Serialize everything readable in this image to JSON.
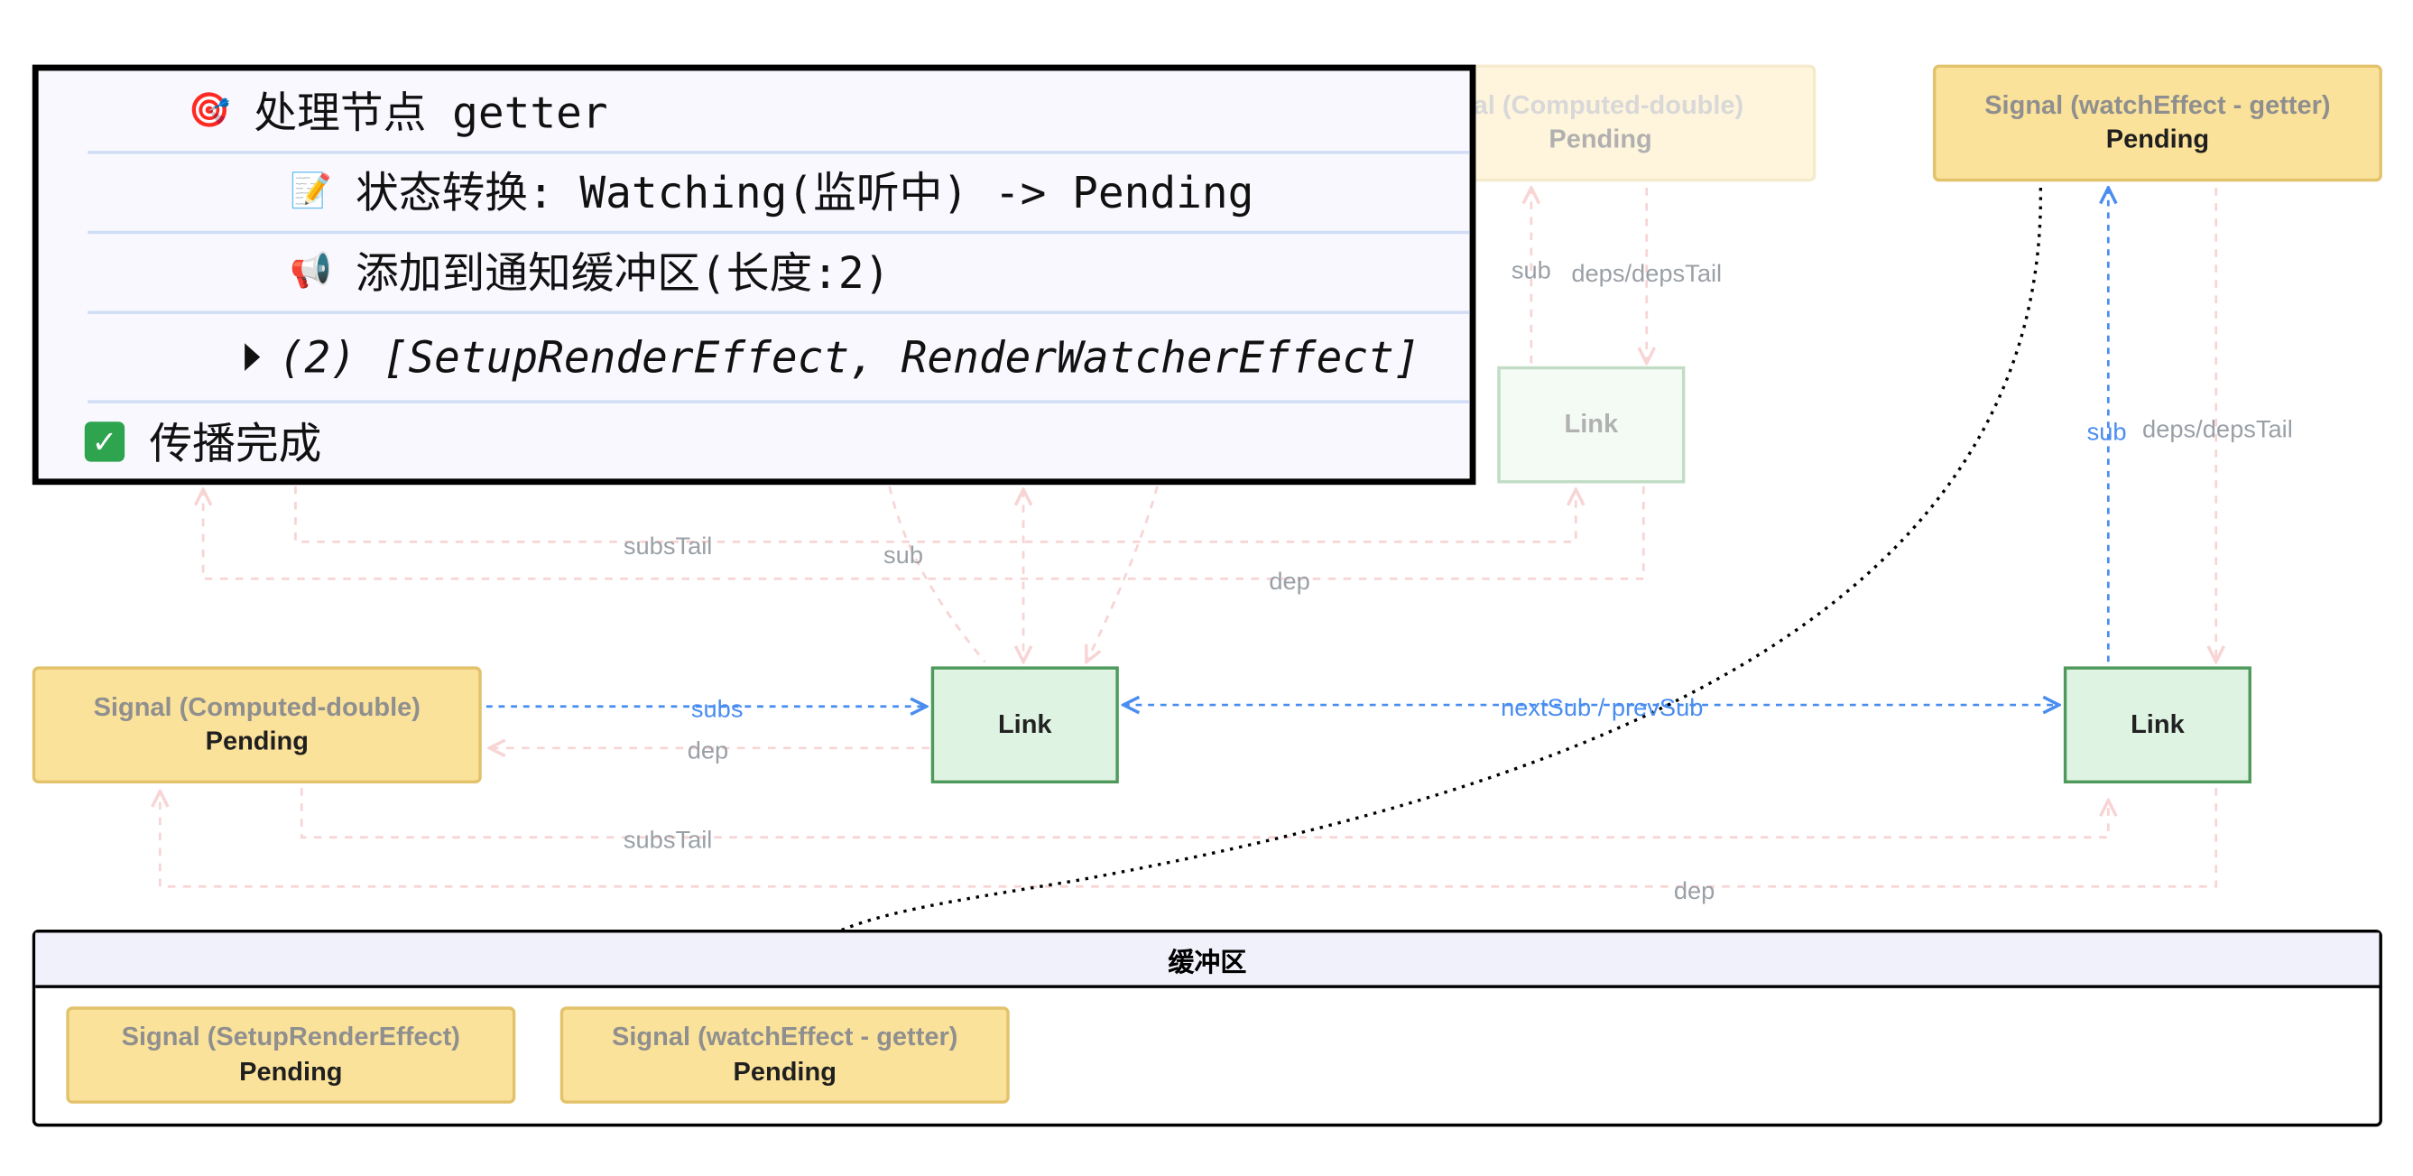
{
  "colors": {
    "signal_fill": "#fbe29a",
    "link_fill": "#dff3e3",
    "link_border": "#4d9a5b",
    "active_edge": "#4a8df0",
    "faded_edge": "#f3b8b8"
  },
  "console": {
    "line1_icon": "dart-target-icon",
    "line1": "处理节点 getter",
    "line2_icon": "memo-icon",
    "line2": "状态转换: Watching(监听中) -> Pending",
    "line3_icon": "loudspeaker-icon",
    "line3": "添加到通知缓冲区(长度:2)",
    "line4": "(2) [SetupRenderEffect, RenderWatcherEffect]",
    "line5_icon": "check-mark-icon",
    "line5": "传播完成"
  },
  "nodes": {
    "top_computed": {
      "title": "nal (Computed-double)",
      "state": "Pending"
    },
    "top_watch": {
      "title": "Signal (watchEffect - getter)",
      "state": "Pending"
    },
    "top_link": {
      "label": "Link"
    },
    "left_signal": {
      "title": "Signal (Computed-double)",
      "state": "Pending"
    },
    "mid_link": {
      "label": "Link"
    },
    "right_link": {
      "label": "Link"
    }
  },
  "edges": {
    "top_sub": "sub",
    "top_deps": "deps/depsTail",
    "right_sub": "sub",
    "right_deps": "deps/depsTail",
    "upper_substail": "subsTail",
    "upper_sub": "sub",
    "upper_dep": "dep",
    "subs": "subs",
    "dep": "dep",
    "nextsub": "nextSub / prevSub",
    "lower_substail": "subsTail",
    "lower_dep": "dep"
  },
  "buffer": {
    "title": "缓冲区",
    "items": [
      {
        "title": "Signal (SetupRenderEffect)",
        "state": "Pending"
      },
      {
        "title": "Signal (watchEffect - getter)",
        "state": "Pending"
      }
    ]
  }
}
